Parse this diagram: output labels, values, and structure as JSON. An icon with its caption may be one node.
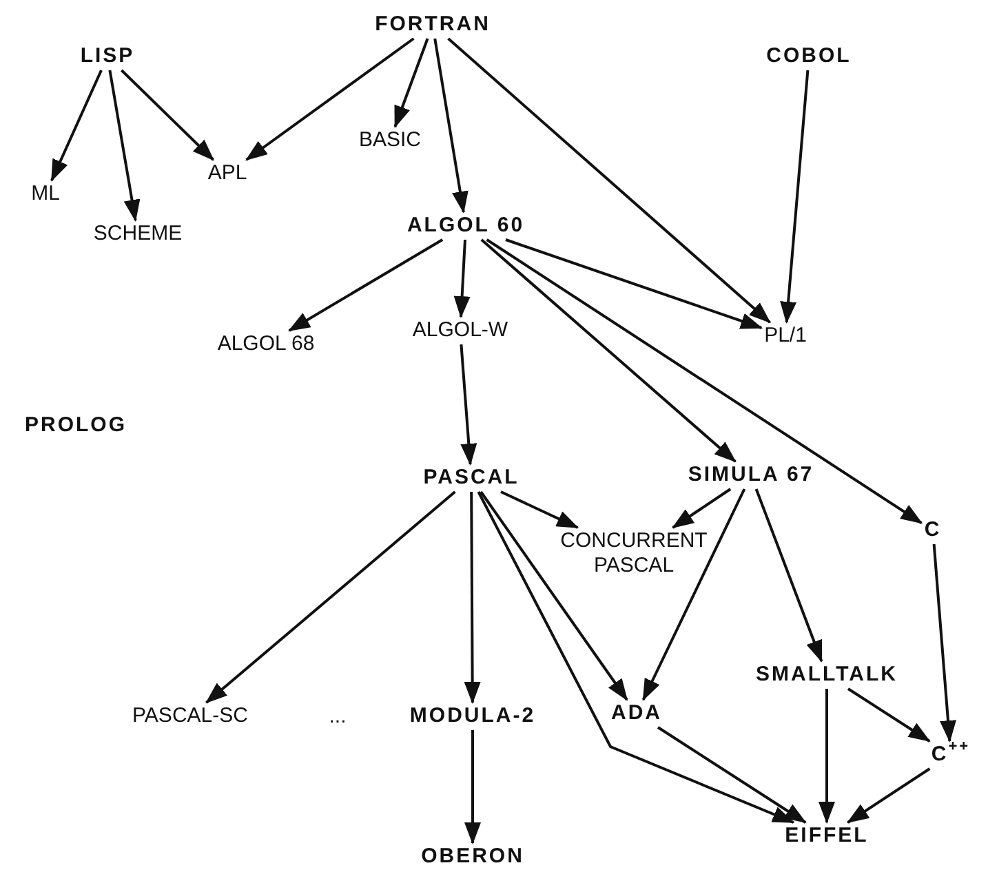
{
  "diagram": {
    "nodes": [
      {
        "text": [
          "FORTRAN"
        ]
      },
      {
        "text": [
          "LISP"
        ]
      },
      {
        "text": [
          "COBOL"
        ]
      },
      {
        "text": [
          "BASIC"
        ]
      },
      {
        "text": [
          "APL"
        ]
      },
      {
        "text": [
          "ML"
        ]
      },
      {
        "text": [
          "SCHEME"
        ]
      },
      {
        "text": [
          "ALGOL 60"
        ]
      },
      {
        "text": [
          "ALGOL 68"
        ]
      },
      {
        "text": [
          "ALGOL-W"
        ]
      },
      {
        "text": [
          "PL/1"
        ]
      },
      {
        "text": [
          "PROLOG"
        ]
      },
      {
        "text": [
          "PASCAL"
        ]
      },
      {
        "text": [
          "SIMULA 67"
        ]
      },
      {
        "text": [
          "C"
        ]
      },
      {
        "text": [
          "CONCURRENT PASCAL"
        ]
      },
      {
        "text": [
          "PASCAL-SC"
        ]
      },
      {
        "text": [
          "MODULA-2"
        ]
      },
      {
        "text": [
          "ADA"
        ]
      },
      {
        "text": [
          "SMALLTALK"
        ]
      },
      {
        "text": [
          "C$^{++}$"
        ]
      },
      {
        "text": [
          "EIFFEL"
        ]
      },
      {
        "text": [
          "OBERON"
        ]
      }
    ],
    "edges": [
      {
        "from": 1,
        "to": 5,
        "arrow": "to"
      },
      {
        "from": 1,
        "to": 6,
        "arrow": "to"
      },
      {
        "from": 1,
        "to": 4,
        "arrow": "to"
      },
      {
        "from": 0,
        "to": 4,
        "arrow": "to"
      },
      {
        "from": 0,
        "to": 3,
        "arrow": "to"
      },
      {
        "from": 0,
        "to": 7,
        "arrow": "to"
      },
      {
        "from": 0,
        "to": 10,
        "arrow": "to"
      },
      {
        "from": 2,
        "to": 10,
        "arrow": "to"
      },
      {
        "from": 7,
        "to": 8,
        "arrow": "to"
      },
      {
        "from": 7,
        "to": 9,
        "arrow": "to"
      },
      {
        "from": 7,
        "to": 10,
        "arrow": "to"
      },
      {
        "from": 7,
        "to": 13,
        "arrow": "to"
      },
      {
        "from": 7,
        "to": 14,
        "arrow": "to"
      },
      {
        "from": 9,
        "to": 12,
        "arrow": "to"
      },
      {
        "from": 12,
        "to": 16,
        "arrow": "to"
      },
      {
        "from": 12,
        "to": 17,
        "arrow": "to"
      },
      {
        "from": 12,
        "to": 15,
        "arrow": "to"
      },
      {
        "from": 12,
        "to": 18,
        "arrow": "to"
      },
      {
        "from": 12,
        "to": 21,
        "arrow": "to"
      },
      {
        "from": 13,
        "to": 15,
        "arrow": "to"
      },
      {
        "from": 13,
        "to": 18,
        "arrow": "to"
      },
      {
        "from": 13,
        "to": 19,
        "arrow": "to"
      },
      {
        "from": 14,
        "to": 20,
        "arrow": "to"
      },
      {
        "from": 19,
        "to": 21,
        "arrow": "to"
      },
      {
        "from": 19,
        "to": 20,
        "arrow": "to"
      },
      {
        "from": 18,
        "to": 21,
        "arrow": "to"
      },
      {
        "from": 20,
        "to": 21,
        "arrow": "to"
      },
      {
        "from": 17,
        "to": 22,
        "arrow": "to"
      }
    ],
    "labels": [
      "..."
    ]
  }
}
